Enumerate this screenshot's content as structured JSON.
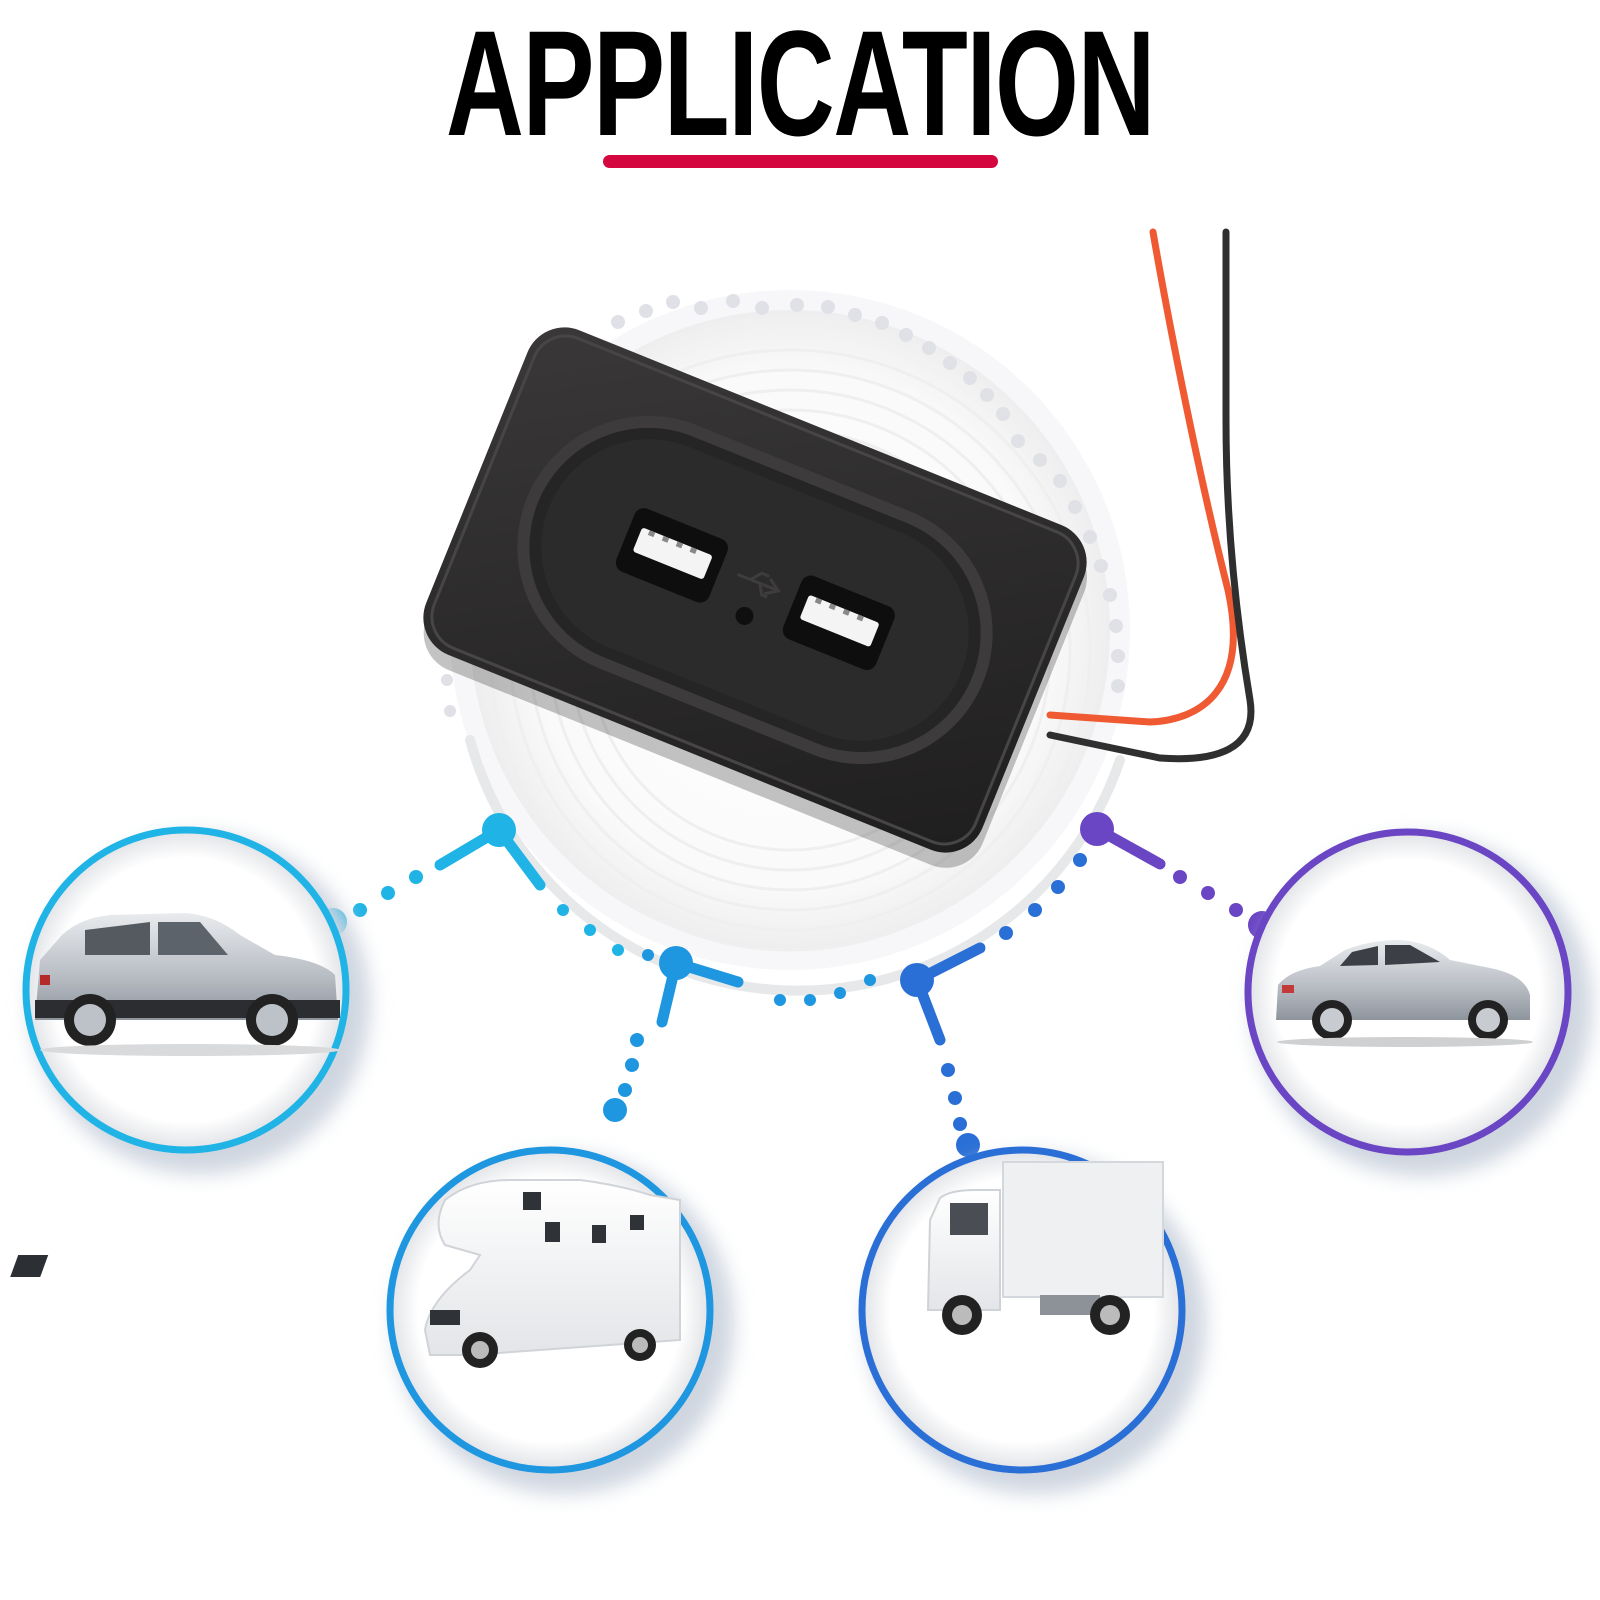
{
  "header": {
    "title": "APPLICATION",
    "underline_color": "#d4083f"
  },
  "product": {
    "name": "Dual USB charger socket panel",
    "ports": 2,
    "wires": [
      "red",
      "black"
    ],
    "body_color": "#2b2a2a"
  },
  "applications": [
    {
      "id": "suv",
      "label": "SUV",
      "ring_color": "#1fb3e6"
    },
    {
      "id": "motorhome",
      "label": "Motorhome / RV",
      "ring_color": "#1e96e0"
    },
    {
      "id": "truck",
      "label": "Box truck",
      "ring_color": "#2a6fd6"
    },
    {
      "id": "sedan",
      "label": "Sedan",
      "ring_color": "#6a45c4"
    }
  ],
  "colors": {
    "cyan": "#1fb3e6",
    "sky": "#1e96e0",
    "blue": "#2a6fd6",
    "purple": "#6a45c4",
    "grey_dots": "#dfe1e6"
  }
}
